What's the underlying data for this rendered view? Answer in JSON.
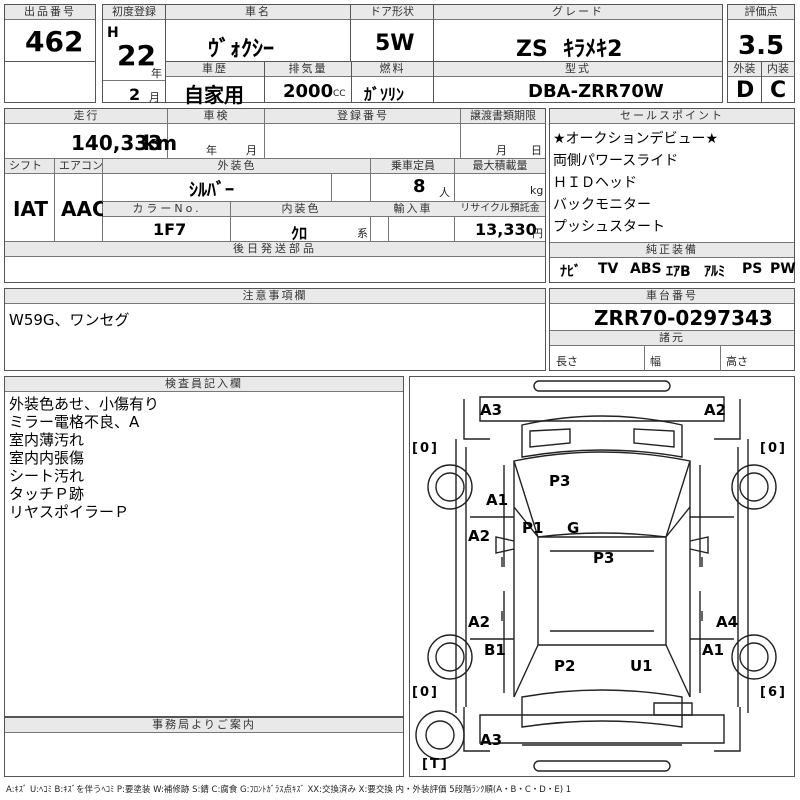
{
  "row1": {
    "lot_no_label": "出品番号",
    "lot_no": "462",
    "first_reg_label": "初度登録",
    "era": "H",
    "year": "22",
    "year_unit": "年",
    "month": "2",
    "month_unit": "月",
    "car_name_label": "車名",
    "car_name": "ｳﾞｫｸｼｰ",
    "door_label": "ドア形状",
    "door": "5W",
    "grade_label": "グレード",
    "grade": "ZS  ｷﾗﾒｷ2",
    "score_label": "評価点",
    "score": "3.5"
  },
  "row2": {
    "history_label": "車歴",
    "history": "自家用",
    "displacement_label": "排気量",
    "displacement": "2000",
    "displacement_unit": "CC",
    "fuel_label": "燃料",
    "fuel": "ｶﾞｿﾘﾝ",
    "model_label": "型式",
    "model": "DBA-ZRR70W",
    "exterior_label": "外装",
    "exterior": "D",
    "interior_label": "内装",
    "interior": "C"
  },
  "row3": {
    "mileage_label": "走行",
    "mileage": "140,333",
    "mileage_unit": "km",
    "inspection_label": "車検",
    "insp_year_unit": "年",
    "insp_month_unit": "月",
    "reg_no_label": "登録番号",
    "transfer_label": "譲渡書類期限",
    "transfer_month_unit": "月",
    "transfer_day_unit": "日"
  },
  "row4": {
    "shift_label": "シフト",
    "shift": "IAT",
    "ac_label": "エアコン",
    "ac": "AAC",
    "ext_color_label": "外装色",
    "ext_color": "ｼﾙﾊﾞｰ",
    "capacity_label": "乗車定員",
    "capacity": "8",
    "capacity_unit": "人",
    "load_label": "最大積載量",
    "load_unit": "kg",
    "color_no_label": "カラーNo.",
    "color_no": "1F7",
    "int_color_label": "内装色",
    "int_color": "ｸﾛ",
    "int_color_unit": "系",
    "import_label": "輸入車",
    "recycle_label": "リサイクル預託金",
    "recycle": "13,330",
    "recycle_unit": "円",
    "later_parts_label": "後日発送部品"
  },
  "sales_points": {
    "label": "セールスポイント",
    "items": [
      "★オークションデビュー★",
      "両側パワースライド",
      "ＨＩＤヘッド",
      "バックモニター",
      "プッシュスタート"
    ]
  },
  "equipment": {
    "label": "純正装備",
    "items": [
      "ﾅﾋﾞ",
      "TV",
      "ABS",
      "ｴｱB",
      "ｱﾙﾐ",
      "PS",
      "PW"
    ]
  },
  "caution": {
    "label": "注意事項欄",
    "text": "W59G、ワンセグ"
  },
  "chassis": {
    "label": "車台番号",
    "number": "ZRR70-0297343",
    "specs_label": "諸元",
    "length_label": "長さ",
    "width_label": "幅",
    "height_label": "高さ"
  },
  "inspector": {
    "label": "検査員記入欄",
    "notes": [
      "外装色あせ、小傷有り",
      "ミラー電格不良、A",
      "室内薄汚れ",
      "室内内張傷",
      "シート汚れ",
      "タッチＰ跡",
      "リヤスポイラーＰ"
    ]
  },
  "office": {
    "label": "事務局よりご案内"
  },
  "diagram": {
    "marks": [
      "A3",
      "A2",
      "P3",
      "A1",
      "P1",
      "G",
      "A2",
      "P3",
      "A2",
      "A4",
      "B1",
      "A1",
      "P2",
      "U1",
      "A3"
    ],
    "tires": [
      "0",
      "0",
      "0",
      "6"
    ],
    "spare": "T"
  },
  "legend": "A:ｷｽﾞ U:ﾍｺﾐ B:ｷｽﾞを伴うﾍｺﾐ P:要塗装 W:補修跡 S:錆 C:腐食 G:ﾌﾛﾝﾄｶﾞﾗｽ点ｷｽﾞ XX:交換済み X:要交換  内・外装評価 5段階ﾗﾝｸ順(A・B・C・D・E) 1"
}
